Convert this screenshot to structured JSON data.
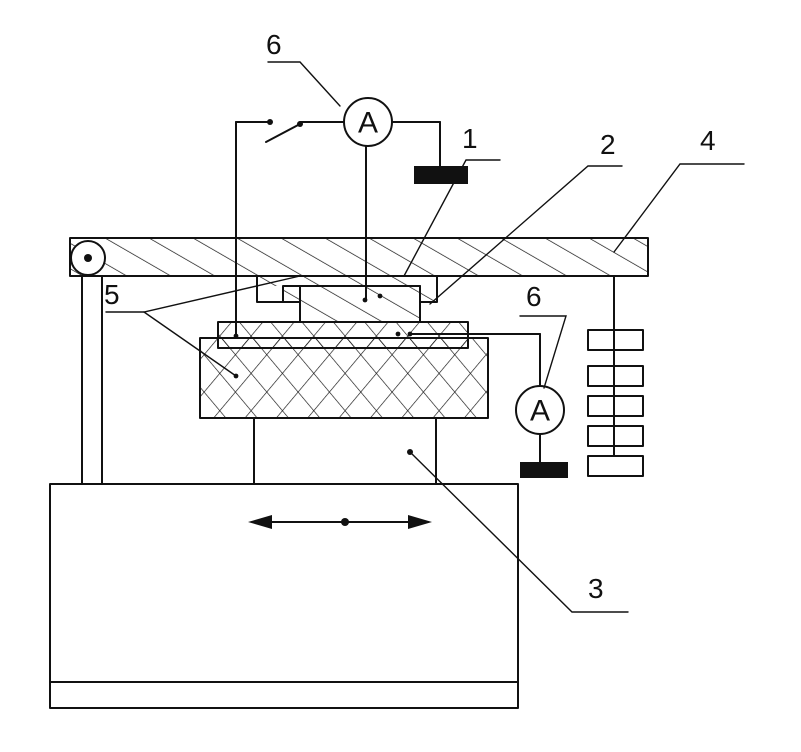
{
  "labels": {
    "l1": "1",
    "l2": "2",
    "l3": "3",
    "l4": "4",
    "l5": "5",
    "l6_top": "6",
    "l6_right": "6"
  },
  "meters": {
    "top": "A",
    "right": "A"
  }
}
